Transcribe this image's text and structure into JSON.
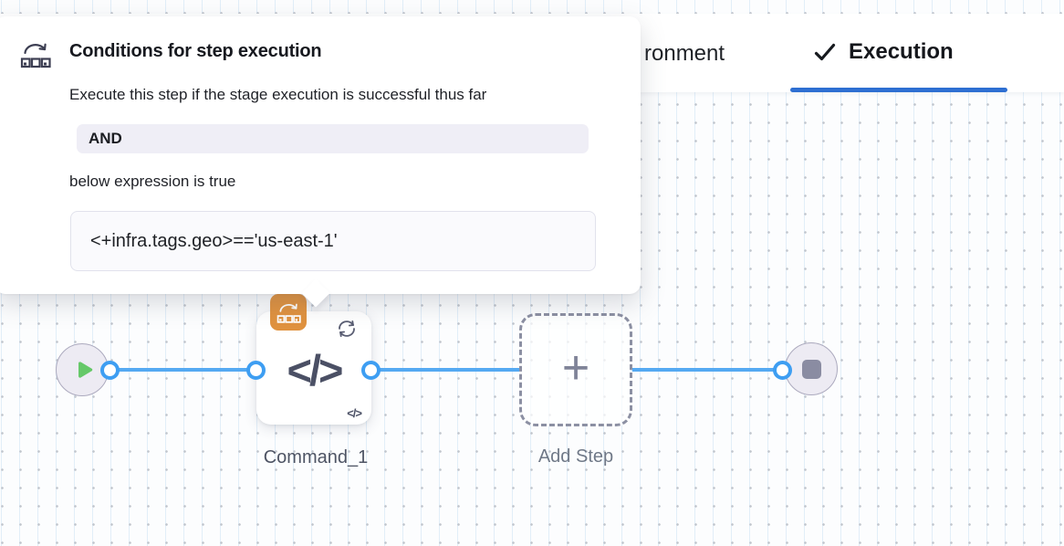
{
  "popover": {
    "title": "Conditions for step execution",
    "description": "Execute this step if the stage execution is successful thus far",
    "operator": "AND",
    "expression_label": "below expression is true",
    "expression": "<+infra.tags.geo>=='us-east-1'"
  },
  "tabs": {
    "environment_partial": "ronment",
    "execution": "Execution"
  },
  "pipeline": {
    "step_name": "Command_1",
    "add_step_label": "Add Step"
  },
  "icons": {
    "step_type_glyph": "</>",
    "plus_glyph": "+",
    "conditional_execution": "arc-arrow-over-steps",
    "looping_strategy": "circular-arrows",
    "play": "triangle",
    "stop": "square",
    "check": "checkmark"
  },
  "colors": {
    "tab_active_underline": "#2E6FD2",
    "connector_blue": "#55A9F2",
    "port_ring_blue": "#3E9EF2",
    "conditional_badge_orange": "#E0923F",
    "play_green": "#65C868",
    "terminal_node_fill": "#EDEBF3",
    "terminal_node_border": "#ACAABE",
    "stop_square_gray": "#8A8CA2",
    "step_icon_slate": "#4B5065"
  }
}
